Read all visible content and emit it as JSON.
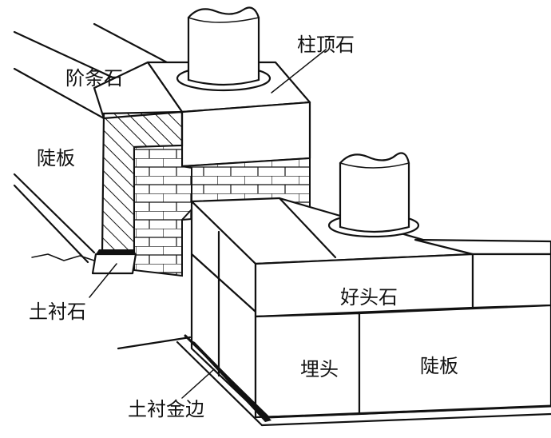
{
  "labels": {
    "jietiao_shi": "阶条石",
    "zhuding_shi": "柱顶石",
    "lu_ban_left": "陡板",
    "tu_chen_shi": "土衬石",
    "hao_tou_shi": "好头石",
    "mai_tou": "埋头",
    "lu_ban_right": "陡板",
    "tu_chen_jin_bian": "土衬金边"
  }
}
